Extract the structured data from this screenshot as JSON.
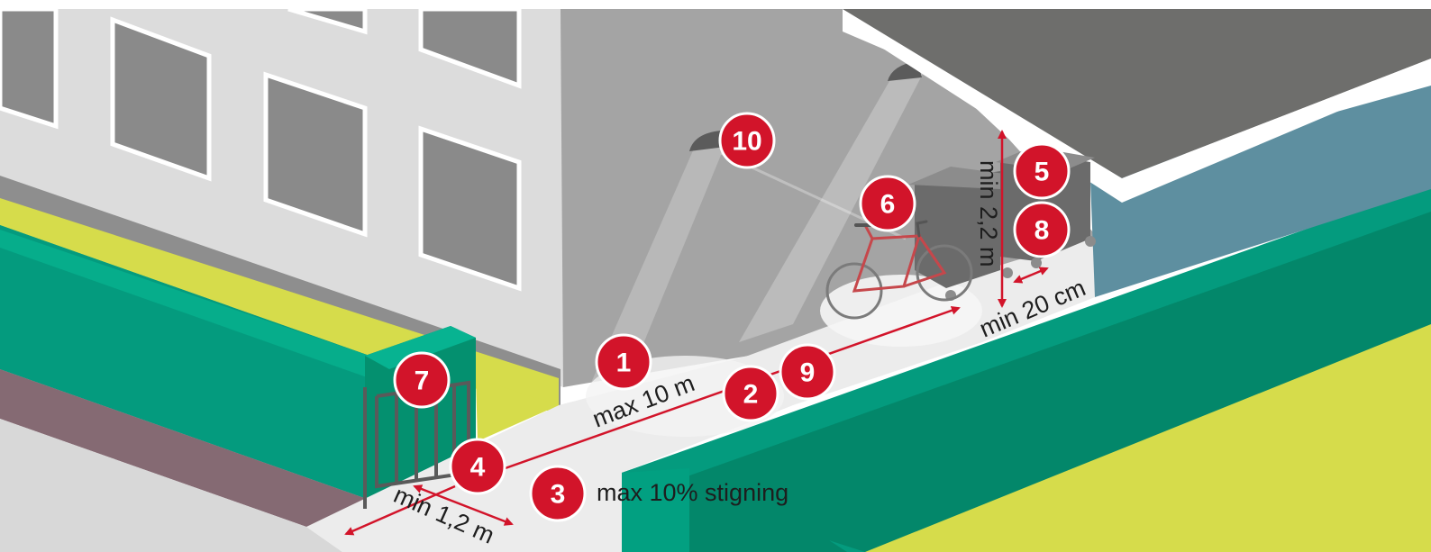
{
  "colors": {
    "accent_red": "#d2142a",
    "wall_green": "#049b7e",
    "wall_green_dark": "#03876a",
    "grass_yellow": "#d6dc4b",
    "facade_blue": "#5e8fa0",
    "roof_gray": "#6e6e6c",
    "building_light": "#dadada",
    "window_gray": "#8a8a8a",
    "path": "#e9e9e9"
  },
  "icons": [
    "wall-lamp-icon",
    "bicycle-icon",
    "waste-bin-icon",
    "gate-icon"
  ],
  "markers": [
    {
      "num": "1"
    },
    {
      "num": "2"
    },
    {
      "num": "3"
    },
    {
      "num": "4"
    },
    {
      "num": "5"
    },
    {
      "num": "6"
    },
    {
      "num": "7"
    },
    {
      "num": "8"
    },
    {
      "num": "9"
    },
    {
      "num": "10"
    }
  ],
  "labels": {
    "path_length": "max 10 m",
    "path_width": "min 1,2 m",
    "slope": "max 10% stigning",
    "clear_height": "min 2,2 m",
    "bin_clearance": "min 20 cm"
  }
}
